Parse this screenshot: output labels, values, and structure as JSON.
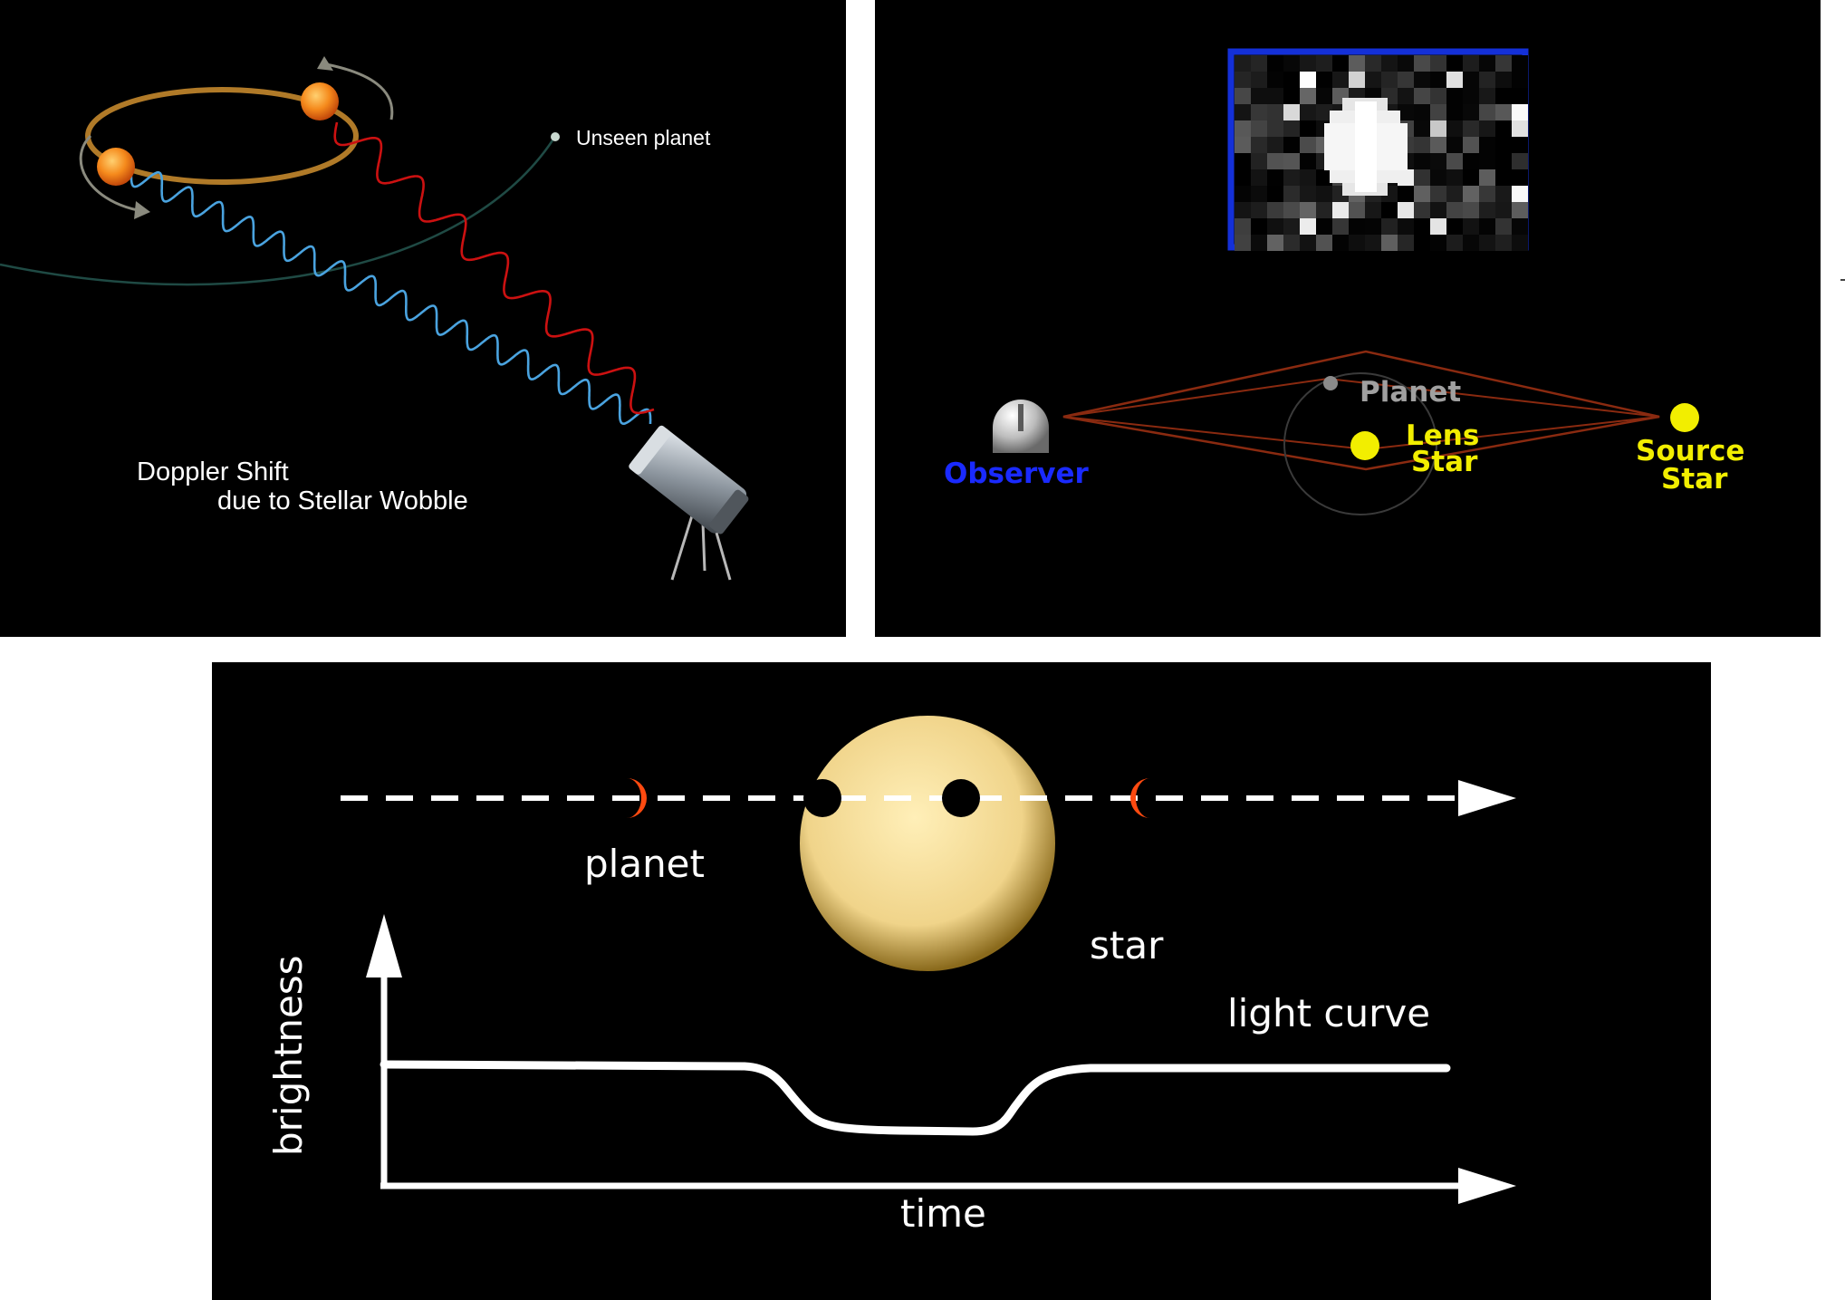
{
  "doppler_panel": {
    "unseen_planet_label": "Unseen planet",
    "caption_line1": "Doppler Shift",
    "caption_line2": "due to Stellar Wobble",
    "colors": {
      "blueshift_wave": "#4aa3df",
      "redshift_wave": "#cc1111",
      "orbit": "#b07a28",
      "planet_orbit": "#1f4a44"
    }
  },
  "microlensing_panel": {
    "planet_label": "Planet",
    "lens_star_label_line1": "Lens",
    "lens_star_label_line2": "Star",
    "source_star_label_line1": "Source",
    "source_star_label_line2": "Star",
    "observer_label": "Observer",
    "colors": {
      "observer": "#1a2aff",
      "star": "#f2ee00",
      "planet_label": "#a0a0a0",
      "light_path": "#8a2a10",
      "inset_frame": "#1430d8"
    }
  },
  "transit_panel": {
    "planet_label": "planet",
    "star_label": "star",
    "light_curve_label": "light curve",
    "y_axis_label": "brightness",
    "x_axis_label": "time",
    "colors": {
      "star": "#f0d48a",
      "crescent": "#ff4a10",
      "curve": "#ffffff"
    }
  }
}
